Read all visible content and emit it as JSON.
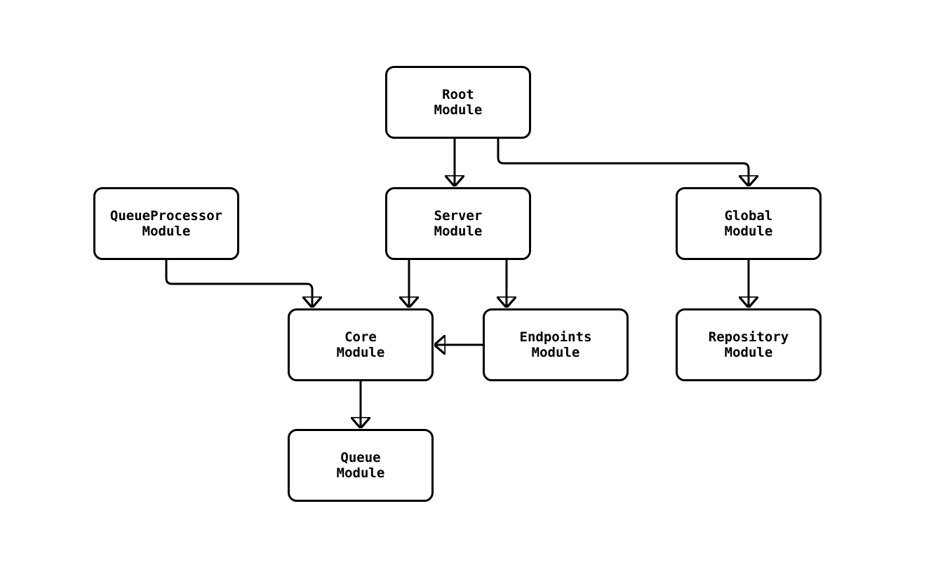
{
  "diagram": {
    "type": "module-dependency-graph",
    "nodes": {
      "root": {
        "id": "RootModule",
        "line1": "Root",
        "line2": "Module"
      },
      "queueProcessor": {
        "id": "QueueProcessorModule",
        "line1": "QueueProcessor",
        "line2": "Module"
      },
      "server": {
        "id": "ServerModule",
        "line1": "Server",
        "line2": "Module"
      },
      "global": {
        "id": "GlobalModule",
        "line1": "Global",
        "line2": "Module"
      },
      "core": {
        "id": "CoreModule",
        "line1": "Core",
        "line2": "Module"
      },
      "endpoints": {
        "id": "EndpointsModule",
        "line1": "Endpoints",
        "line2": "Module"
      },
      "repository": {
        "id": "RepositoryModule",
        "line1": "Repository",
        "line2": "Module"
      },
      "queue": {
        "id": "QueueModule",
        "line1": "Queue",
        "line2": "Module"
      }
    },
    "edges": [
      {
        "from": "RootModule",
        "to": "ServerModule"
      },
      {
        "from": "RootModule",
        "to": "GlobalModule"
      },
      {
        "from": "QueueProcessorModule",
        "to": "CoreModule"
      },
      {
        "from": "ServerModule",
        "to": "CoreModule"
      },
      {
        "from": "ServerModule",
        "to": "EndpointsModule"
      },
      {
        "from": "GlobalModule",
        "to": "RepositoryModule"
      },
      {
        "from": "EndpointsModule",
        "to": "CoreModule"
      },
      {
        "from": "CoreModule",
        "to": "QueueModule"
      }
    ],
    "colors": {
      "background": "#ffffff",
      "node_fill": "#ffffff",
      "stroke": "#000000",
      "text": "#000000"
    }
  }
}
